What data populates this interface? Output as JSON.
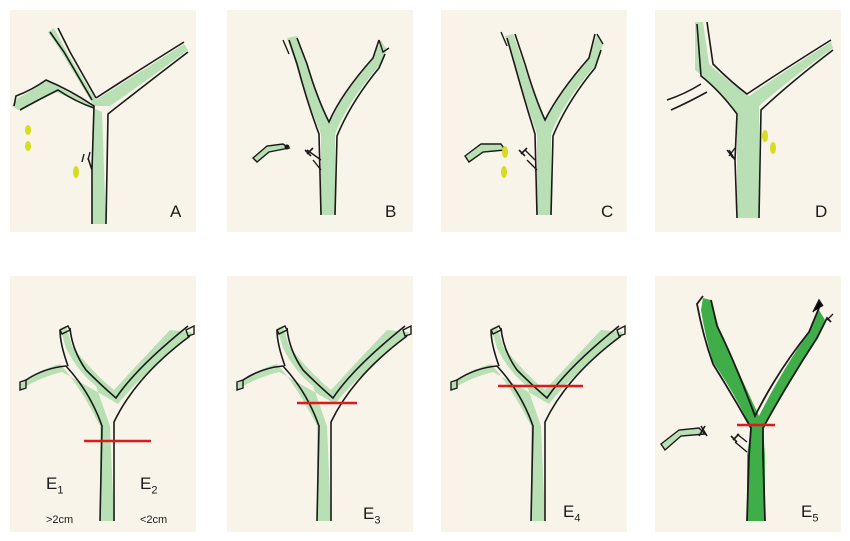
{
  "panels": {
    "A": {
      "label": "A"
    },
    "B": {
      "label": "B"
    },
    "C": {
      "label": "C"
    },
    "D": {
      "label": "D"
    },
    "E1E2": {
      "label_left_main": "E",
      "label_left_sub": "1",
      "label_right_main": "E",
      "label_right_sub": "2",
      "note_left": ">2cm",
      "note_right": "<2cm"
    },
    "E3": {
      "label_main": "E",
      "label_sub": "3"
    },
    "E4": {
      "label_main": "E",
      "label_sub": "4"
    },
    "E5": {
      "label_main": "E",
      "label_sub": "5"
    }
  },
  "colors": {
    "background": "#f8f4ea",
    "vessel_fill": "#b9e0b4",
    "vessel_fill_dark": "#3fae48",
    "outline": "#1a1a1a",
    "cut_line": "#e0191b",
    "stone": "#d8dc1e"
  }
}
